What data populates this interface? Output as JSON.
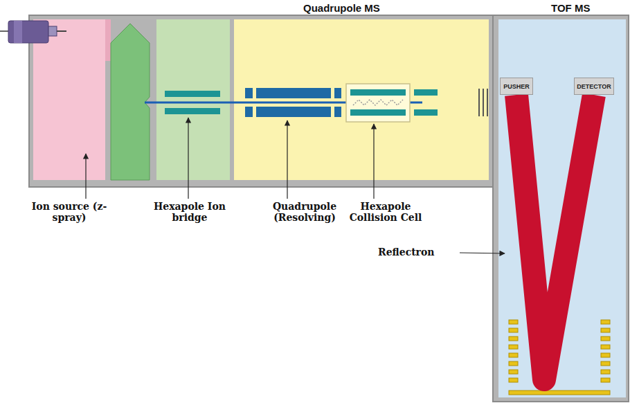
{
  "diagram": {
    "nodes": [
      {
        "text": [
          "Quadrupole MS"
        ]
      },
      {
        "text": [
          "TOF MS"
        ]
      },
      {
        "text": [
          "PUSHER"
        ],
        "in": 1
      },
      {
        "text": [
          "DETECTOR"
        ],
        "in": 1
      }
    ],
    "edges": [
      {
        "from": 2,
        "to": 3,
        "arrow": "none"
      }
    ],
    "labels": [
      "Ion source (z-spray)",
      "Hexapole Ion bridge",
      "Quadrupole (Resolving)",
      "Hexapole Collision Cell",
      "Reflectron"
    ]
  }
}
